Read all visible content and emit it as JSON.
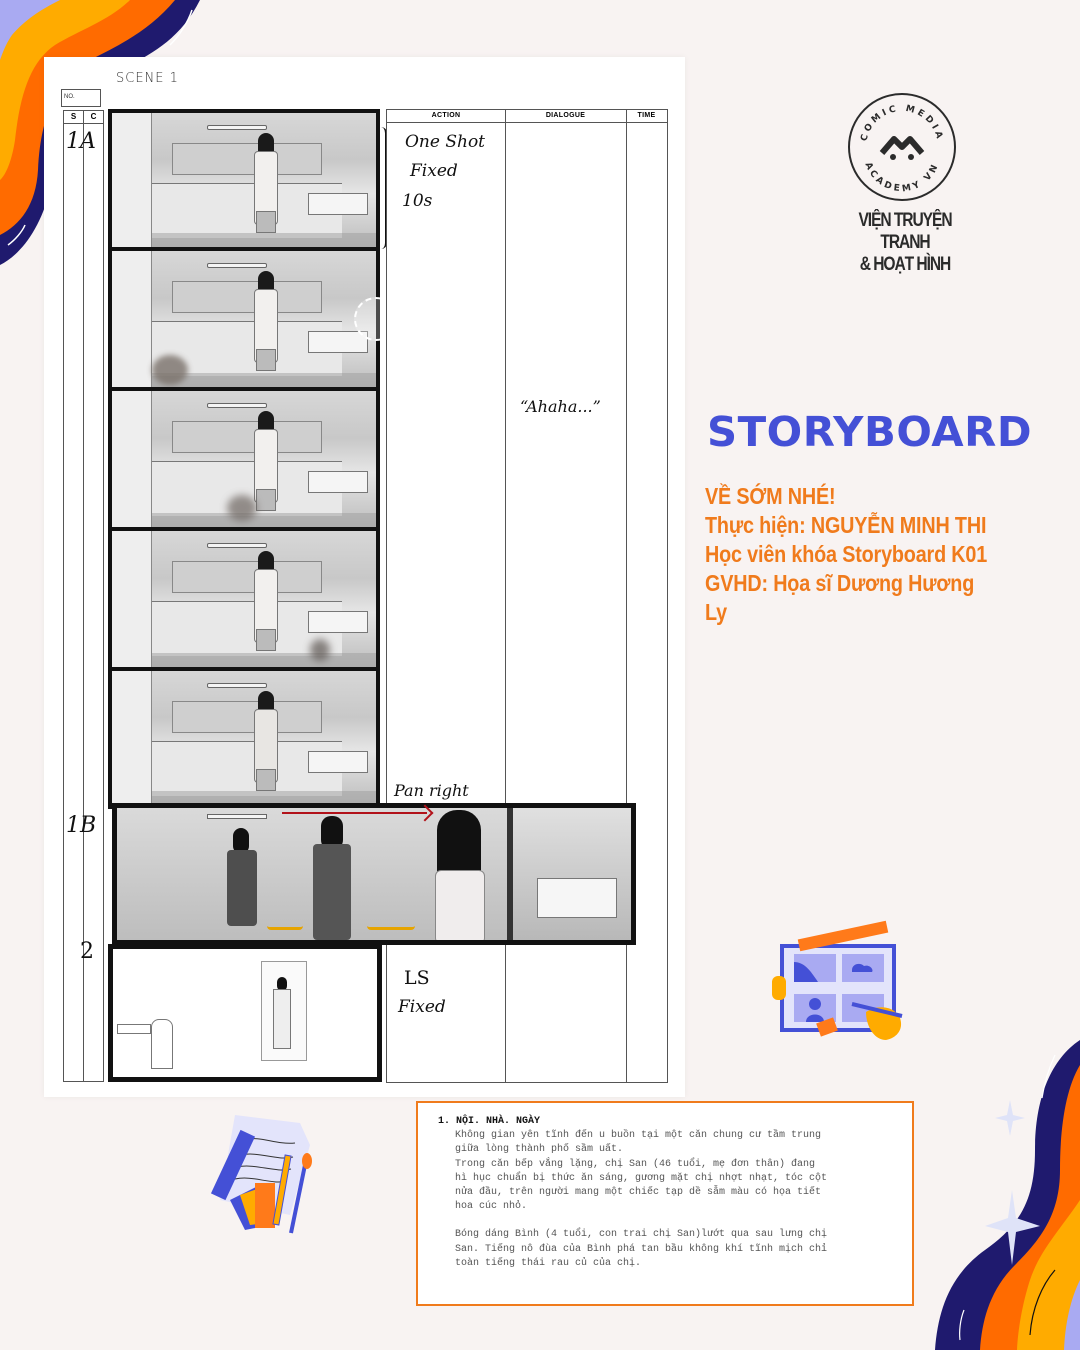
{
  "sheet": {
    "scene_label": "SCENE 1",
    "no_label": "NO.",
    "columns": {
      "s": "S",
      "c": "C"
    },
    "table_headers": [
      "ACTION",
      "DIALOGUE",
      "TIME"
    ],
    "shots": [
      {
        "id": "1A",
        "action": [
          "One Shot",
          "Fixed",
          "10s"
        ],
        "dialogue": "“Ahaha...”",
        "frames": 5
      },
      {
        "id": "1B",
        "action_note": "Pan right",
        "frames": 1
      },
      {
        "id": "2",
        "action": [
          "LS",
          "Fixed"
        ],
        "frames": 1
      }
    ]
  },
  "brand": {
    "logo_ring_top": "COMIC MEDIA",
    "logo_ring_bottom": "ACADEMY VN",
    "name_line1": "VIỆN TRUYỆN TRANH",
    "name_line2": "& HOẠT HÌNH"
  },
  "title": "STORYBOARD",
  "credits": {
    "line1": "VỀ SỚM NHÉ!",
    "line2": "Thực hiện: NGUYỄN MINH THI",
    "line3": "Học viên khóa Storyboard K01",
    "line4": "GVHD: Họa sĩ Dương Hương Ly"
  },
  "script": {
    "heading": "1. NỘI. NHÀ. NGÀY",
    "para1": "Không gian yên tĩnh đến u buồn tại một căn chung cư tầm trung\ngiữa lòng thành phố sầm uất.\nTrong căn bếp vắng lặng, chị San (46 tuổi, mẹ đơn thân) đang\nhì hục chuẩn bị thức ăn sáng, gương mặt chị nhợt nhạt, tóc cột\nnửa đầu, trên người mang một chiếc tạp dề sẫm màu có họa tiết\nhoa cúc nhỏ.",
    "para2": "Bóng dáng Bình (4 tuổi, con trai chị San)lướt qua sau lưng chị\nSan. Tiếng nô đùa của Bình phá tan bầu không khí tĩnh mịch chỉ\ntoàn tiếng thái rau củ của chị."
  },
  "colors": {
    "background": "#f8f3f2",
    "title_blue": "#4450d6",
    "credit_orange": "#f07b1c",
    "navy": "#1f1a6e",
    "orange": "#ff6b00",
    "amber": "#ffab00",
    "lavender": "#a9aaf2"
  }
}
